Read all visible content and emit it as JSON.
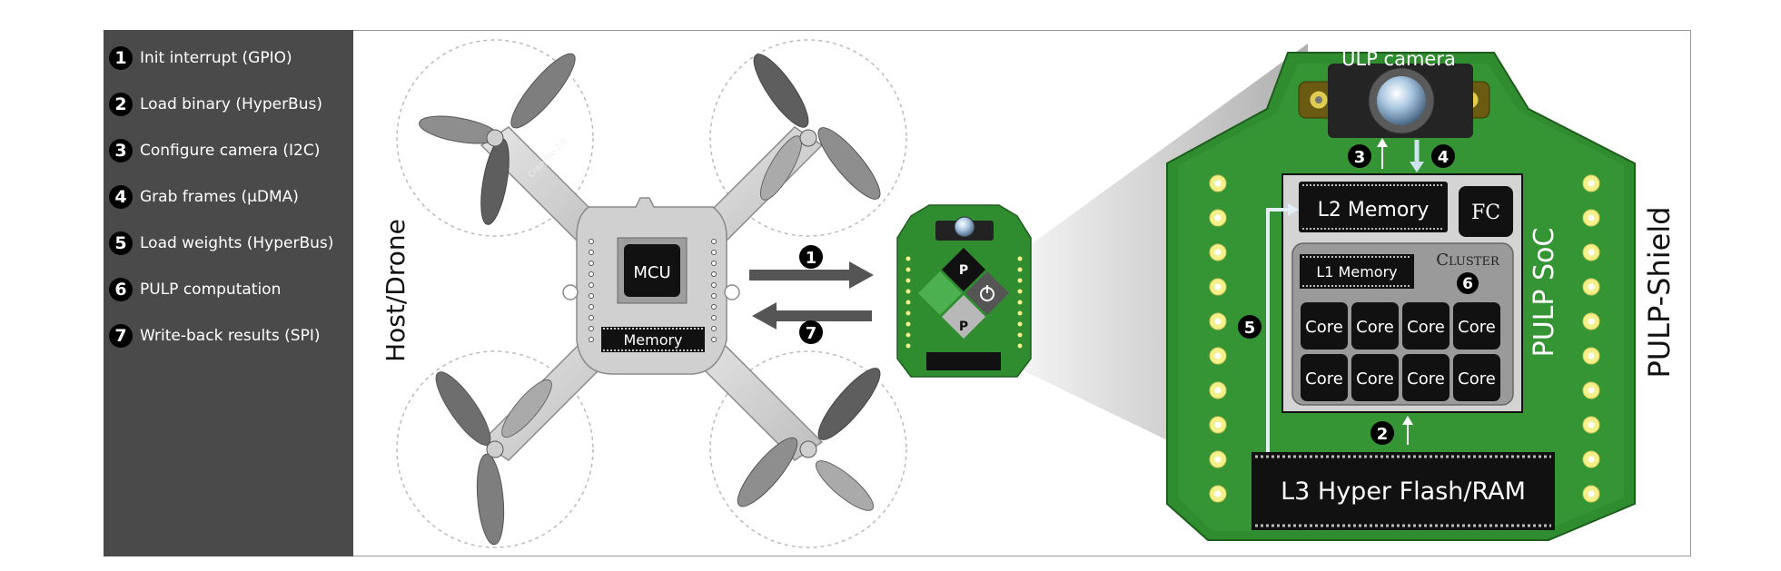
{
  "steps": [
    {
      "num": "1",
      "label": "Init interrupt (GPIO)"
    },
    {
      "num": "2",
      "label": "Load binary (HyperBus)"
    },
    {
      "num": "3",
      "label": "Configure camera (I2C)"
    },
    {
      "num": "4",
      "label": "Grab frames (µDMA)"
    },
    {
      "num": "5",
      "label": "Load weights (HyperBus)"
    },
    {
      "num": "6",
      "label": "PULP computation"
    },
    {
      "num": "7",
      "label": "Write-back results (SPI)"
    }
  ],
  "drone": {
    "host_label": "Host/Drone",
    "mcu_label": "MCU",
    "memory_label": "Memory",
    "frame_mark": "Crazyflie 2.0",
    "arrow_to_shield": "❶",
    "arrow_to_drone": "❼"
  },
  "small_board": {
    "p_top": "P",
    "p_bottom": "P"
  },
  "shield": {
    "title": "PULP-Shield",
    "camera_label": "ULP camera",
    "soc_label": "PULP SoC",
    "l2_label": "L2 Memory",
    "fc_label": "FC",
    "cluster_label": "Cluster",
    "l1_label": "L1 Memory",
    "l3_label": "L3 Hyper Flash/RAM",
    "core_label": "Core",
    "cores": [
      "Core",
      "Core",
      "Core",
      "Core",
      "Core",
      "Core",
      "Core",
      "Core"
    ],
    "mark_3": "3",
    "mark_4": "4",
    "mark_5": "5",
    "mark_6": "6",
    "mark_2": "2"
  },
  "colors": {
    "panel": "#4a4a4a",
    "pcb_green": "#2f8c2f",
    "pcb_light": "#55b355",
    "pad_yellow": "#f4f08a",
    "soc_gray": "#d4d4d4",
    "chip_black": "#111111"
  }
}
